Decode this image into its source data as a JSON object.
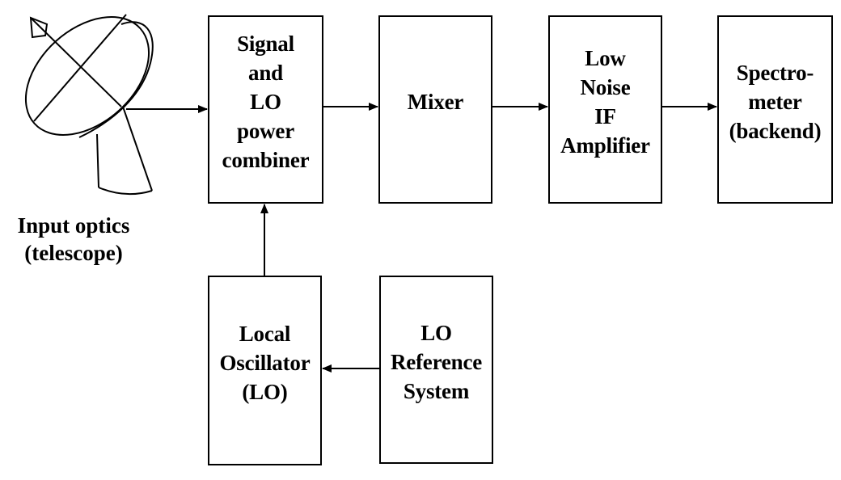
{
  "blocks": {
    "combiner": "Signal\nand\nLO\npower\ncombiner",
    "mixer": "Mixer",
    "lna": "Low\nNoise\nIF\nAmplifier",
    "spectrometer": "Spectro-\nmeter\n(backend)",
    "local_oscillator": "Local\nOscillator\n(LO)",
    "lo_reference": "LO\nReference\nSystem"
  },
  "telescope": {
    "caption": "Input optics\n(telescope)"
  },
  "colors": {
    "line": "#000000",
    "background": "#ffffff"
  }
}
